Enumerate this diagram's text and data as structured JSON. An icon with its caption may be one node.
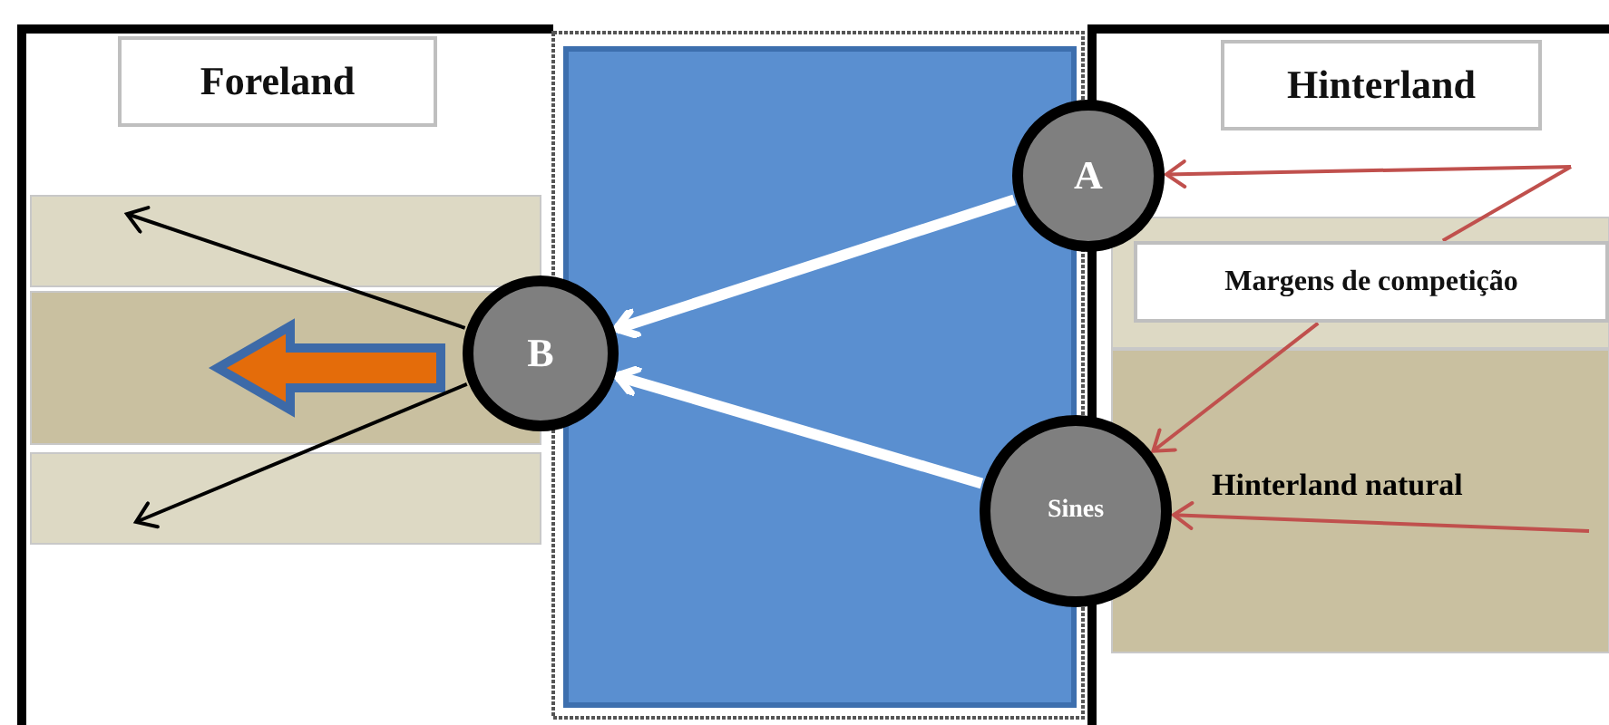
{
  "diagram": {
    "nodes": [
      {
        "text": [
          "Foreland"
        ]
      },
      {
        "text": [
          "B"
        ]
      },
      {
        "text": [
          "Hinterland"
        ]
      },
      {
        "text": [
          "A"
        ]
      },
      {
        "text": [
          "Margens de competição"
        ]
      },
      {
        "text": [
          "Sines"
        ]
      }
    ],
    "edges": [
      {
        "from": 3,
        "to": 1,
        "arrow": "to",
        "style": "thick",
        "color": "#ffffff"
      },
      {
        "from": 5,
        "to": 1,
        "arrow": "to",
        "style": "thick",
        "color": "#ffffff"
      },
      {
        "from": 1,
        "to": null,
        "arrow": "to",
        "color": "#000000"
      },
      {
        "from": 1,
        "to": null,
        "arrow": "to",
        "color": "#000000"
      },
      {
        "from": null,
        "to": 3,
        "arrow": "to",
        "color": "#c0504d"
      },
      {
        "from": null,
        "to": 4,
        "arrow": "none",
        "color": "#c0504d"
      },
      {
        "from": 4,
        "to": 5,
        "arrow": "to",
        "color": "#c0504d"
      },
      {
        "from": null,
        "to": 5,
        "arrow": "to",
        "color": "#c0504d"
      }
    ],
    "labels": [
      "Hinterland natural"
    ]
  }
}
